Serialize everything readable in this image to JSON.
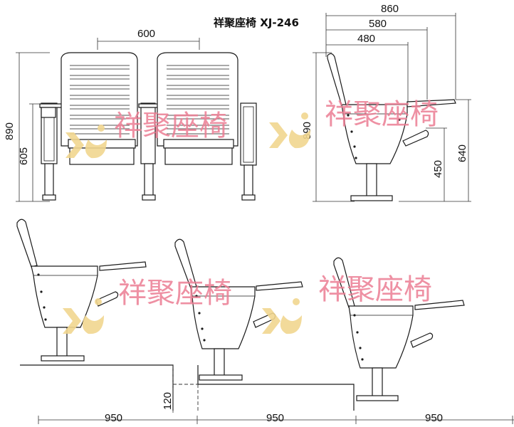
{
  "title": "祥聚座椅 XJ-246",
  "watermark": {
    "text": "祥聚座椅",
    "color": "#ec7d93",
    "logo_color": "#f1d68f"
  },
  "dimensions": {
    "front_width": "600",
    "front_height": "890",
    "front_armrest_height": "605",
    "side_depth_total": "860",
    "side_depth_open": "580",
    "side_depth_closed": "480",
    "side_height": "890",
    "side_seat_height": "450",
    "side_arm_height": "640",
    "step_height": "120",
    "row_spacing_1": "950",
    "row_spacing_2": "950",
    "row_spacing_3": "950"
  }
}
